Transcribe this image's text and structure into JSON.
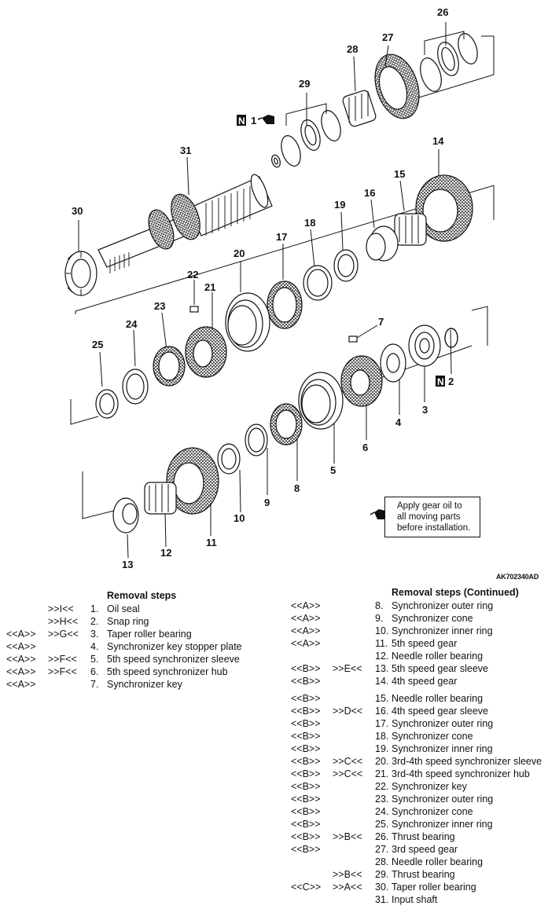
{
  "figure_code": "AK702340AD",
  "note": {
    "lines": [
      "Apply gear oil to",
      "all moving parts",
      "before installation."
    ],
    "icon": "oil-can-icon"
  },
  "callouts": [
    "1",
    "2",
    "3",
    "4",
    "5",
    "6",
    "7",
    "8",
    "9",
    "10",
    "11",
    "12",
    "13",
    "14",
    "15",
    "16",
    "17",
    "18",
    "19",
    "20",
    "21",
    "22",
    "23",
    "24",
    "25",
    "26",
    "27",
    "28",
    "29",
    "30",
    "31"
  ],
  "badges": {
    "n_label": "N"
  },
  "left_list": {
    "heading": "Removal steps",
    "items": [
      {
        "a": "",
        "b": ">>I<<",
        "n": "1.",
        "t": "Oil seal"
      },
      {
        "a": "",
        "b": ">>H<<",
        "n": "2.",
        "t": "Snap ring"
      },
      {
        "a": "<<A>>",
        "b": ">>G<<",
        "n": "3.",
        "t": "Taper roller bearing"
      },
      {
        "a": "<<A>>",
        "b": "",
        "n": "4.",
        "t": "Synchronizer key stopper plate"
      },
      {
        "a": "<<A>>",
        "b": ">>F<<",
        "n": "5.",
        "t": "5th speed synchronizer sleeve"
      },
      {
        "a": "<<A>>",
        "b": ">>F<<",
        "n": "6.",
        "t": "5th speed synchronizer hub"
      },
      {
        "a": "<<A>>",
        "b": "",
        "n": "7.",
        "t": "Synchronizer key"
      }
    ]
  },
  "right_list": {
    "heading": "Removal steps (Continued)",
    "items": [
      {
        "a": "<<A>>",
        "b": "",
        "n": "8.",
        "t": "Synchronizer outer ring"
      },
      {
        "a": "<<A>>",
        "b": "",
        "n": "9.",
        "t": "Synchronizer cone"
      },
      {
        "a": "<<A>>",
        "b": "",
        "n": "10.",
        "t": "Synchronizer inner ring"
      },
      {
        "a": "<<A>>",
        "b": "",
        "n": "11.",
        "t": "5th speed gear"
      },
      {
        "a": "",
        "b": "",
        "n": "12.",
        "t": "Needle roller bearing"
      },
      {
        "a": "<<B>>",
        "b": ">>E<<",
        "n": "13.",
        "t": "5th speed gear sleeve"
      },
      {
        "a": "<<B>>",
        "b": "",
        "n": "14.",
        "t": "4th speed gear"
      },
      {
        "a": "<<B>>",
        "b": "",
        "n": "15.",
        "t": "Needle roller bearing"
      },
      {
        "a": "<<B>>",
        "b": ">>D<<",
        "n": "16.",
        "t": "4th speed gear sleeve"
      },
      {
        "a": "<<B>>",
        "b": "",
        "n": "17.",
        "t": "Synchronizer outer ring"
      },
      {
        "a": "<<B>>",
        "b": "",
        "n": "18.",
        "t": "Synchronizer cone"
      },
      {
        "a": "<<B>>",
        "b": "",
        "n": "19.",
        "t": "Synchronizer inner ring"
      },
      {
        "a": "<<B>>",
        "b": ">>C<<",
        "n": "20.",
        "t": "3rd-4th speed synchronizer sleeve"
      },
      {
        "a": "<<B>>",
        "b": ">>C<<",
        "n": "21.",
        "t": "3rd-4th speed synchronizer hub"
      },
      {
        "a": "<<B>>",
        "b": "",
        "n": "22.",
        "t": "Synchronizer key"
      },
      {
        "a": "<<B>>",
        "b": "",
        "n": "23.",
        "t": "Synchronizer outer ring"
      },
      {
        "a": "<<B>>",
        "b": "",
        "n": "24.",
        "t": "Synchronizer cone"
      },
      {
        "a": "<<B>>",
        "b": "",
        "n": "25.",
        "t": "Synchronizer inner ring"
      },
      {
        "a": "<<B>>",
        "b": ">>B<<",
        "n": "26.",
        "t": "Thrust bearing"
      },
      {
        "a": "<<B>>",
        "b": "",
        "n": "27.",
        "t": "3rd speed gear"
      },
      {
        "a": "",
        "b": "",
        "n": "28.",
        "t": "Needle roller bearing"
      },
      {
        "a": "",
        "b": ">>B<<",
        "n": "29.",
        "t": "Thrust bearing"
      },
      {
        "a": "<<C>>",
        "b": ">>A<<",
        "n": "30.",
        "t": "Taper roller bearing"
      },
      {
        "a": "",
        "b": "",
        "n": "31.",
        "t": "Input shaft"
      }
    ]
  }
}
